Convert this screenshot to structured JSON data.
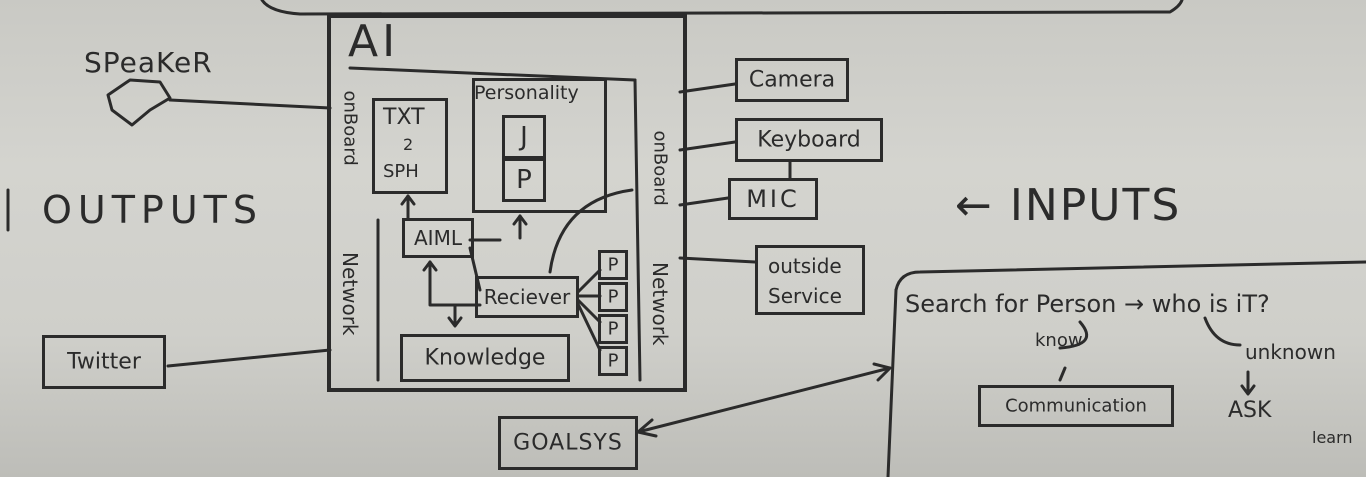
{
  "ai": {
    "title": "AI",
    "onboard_left": "onBoard",
    "network_left": "Network",
    "txt_to_sph": [
      "TXT",
      "2",
      "SPH"
    ],
    "personality": "Personality",
    "personality_j": "J",
    "personality_p": "P",
    "aiml": "AIML",
    "reciever": "Reciever",
    "knowledge": "Knowledge",
    "p_boxes": [
      "P",
      "P",
      "P",
      "P"
    ],
    "onboard_right": "onBoard",
    "network_right": "Network"
  },
  "outputs": {
    "speaker": "SPeaKeR",
    "heading": "OUTPUTS",
    "twitter": "Twitter"
  },
  "inputs": {
    "heading": "← INPUTS",
    "camera": "Camera",
    "keyboard": "Keyboard",
    "mic": "MIC",
    "outside_service": [
      "outside",
      "Service"
    ]
  },
  "goal": {
    "goalsys": "GOALSYS",
    "search": "Search for Person → who is iT?",
    "known": "know",
    "unknown": "unknown",
    "communication": "Communication",
    "ask": "ASK",
    "learn": "learn"
  }
}
